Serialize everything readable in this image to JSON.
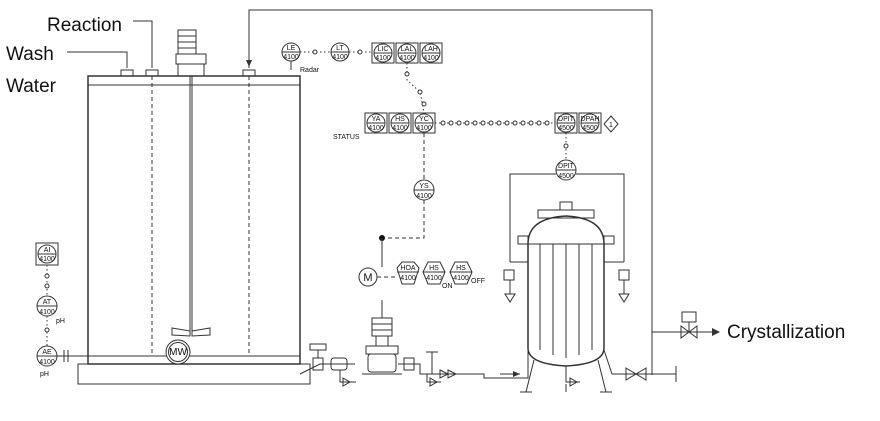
{
  "labels": {
    "reaction": "Reaction",
    "wash": "Wash",
    "water": "Water",
    "crystallization": "Crystallization",
    "radar": "Radar",
    "status": "STATUS",
    "mw": "MW",
    "motor": "M",
    "on": "ON",
    "off": "OFF",
    "ph1": "pH",
    "ph2": "pH",
    "diamond": "1"
  },
  "instruments": {
    "le": {
      "tag": "LE",
      "num": "4100"
    },
    "lt": {
      "tag": "LT",
      "num": "4100"
    },
    "lic": {
      "tag": "LIC",
      "num": "4100"
    },
    "lal": {
      "tag": "LAL",
      "num": "4100"
    },
    "lah": {
      "tag": "LAH",
      "num": "4100"
    },
    "ya": {
      "tag": "YA",
      "num": "4100"
    },
    "hs1": {
      "tag": "HS",
      "num": "4100"
    },
    "yc": {
      "tag": "YC",
      "num": "4100"
    },
    "dpit1": {
      "tag": "DPIT",
      "num": "4500"
    },
    "dpah": {
      "tag": "DPAH",
      "num": "4500"
    },
    "dpit2": {
      "tag": "DPIT",
      "num": "4500"
    },
    "ys": {
      "tag": "YS",
      "num": "4100"
    },
    "hoa": {
      "tag": "HOA",
      "num": "4100"
    },
    "hs2": {
      "tag": "HS",
      "num": "4100"
    },
    "hs3": {
      "tag": "HS",
      "num": "4100"
    },
    "ai": {
      "tag": "AI",
      "num": "4100"
    },
    "at": {
      "tag": "AT",
      "num": "4100"
    },
    "ae": {
      "tag": "AE",
      "num": "4100"
    }
  }
}
